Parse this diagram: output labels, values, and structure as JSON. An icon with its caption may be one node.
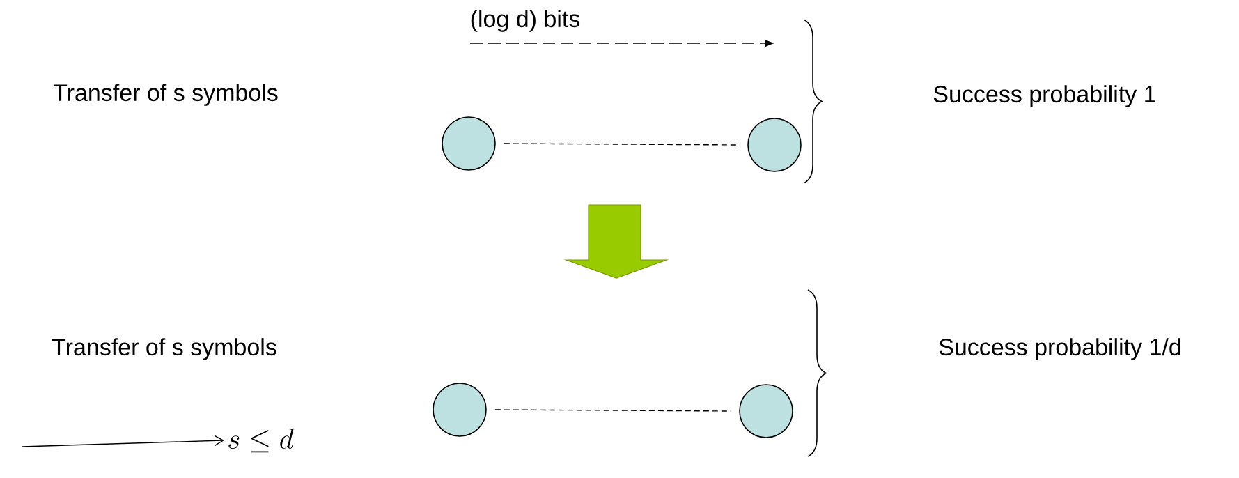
{
  "diagram": {
    "nodes": [
      {
        "text": [],
        "shape": "circle"
      },
      {
        "text": [],
        "shape": "circle"
      },
      {
        "text": [],
        "shape": "circle"
      },
      {
        "text": [],
        "shape": "circle"
      },
      {
        "text": [
          "s \\leq d"
        ]
      }
    ],
    "edges": [
      {
        "from": 0,
        "to": 1,
        "arrow": "none",
        "style": "dashed"
      },
      {
        "from": 2,
        "to": 3,
        "arrow": "none",
        "style": "dashed"
      },
      {
        "from": null,
        "to": 4,
        "arrow": "to"
      }
    ],
    "labels": [
      "(log d) bits",
      "Transfer of s symbols",
      "Success probability 1",
      "Transfer of s symbols",
      "Success probability 1/d"
    ]
  }
}
